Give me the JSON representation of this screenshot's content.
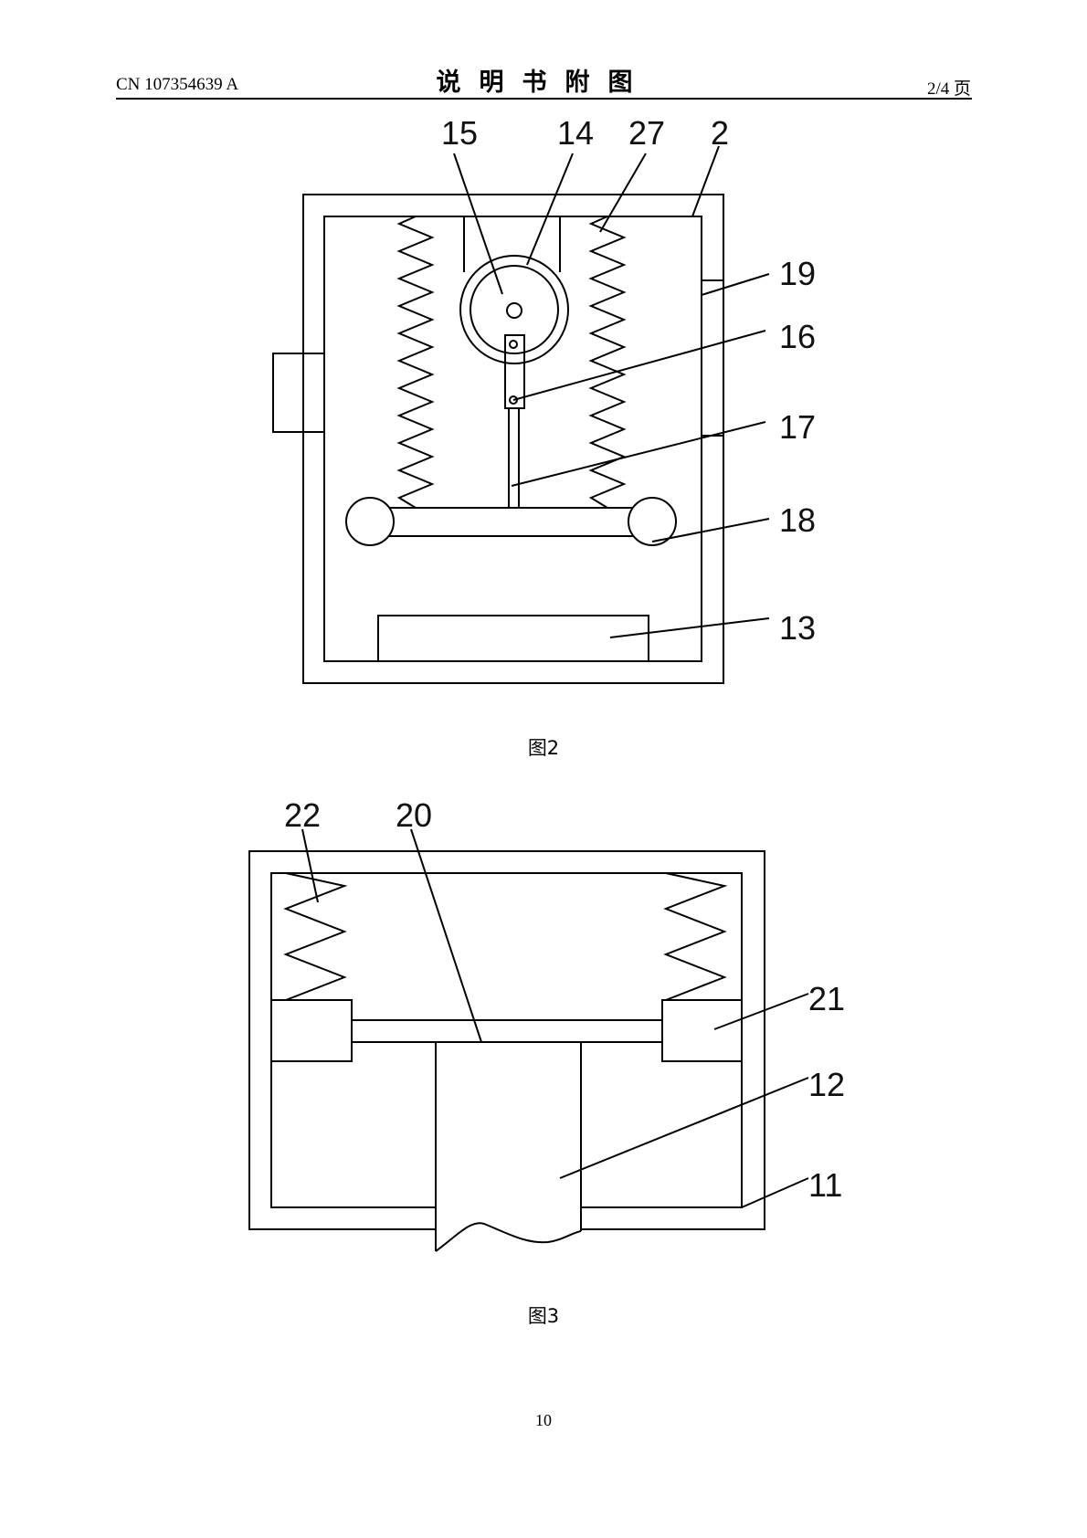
{
  "header": {
    "doc_number": "CN 107354639 A",
    "section_title": "说明书附图",
    "page_of": "2/4 页"
  },
  "figure2": {
    "caption": "图2",
    "labels": {
      "l15": "15",
      "l14": "14",
      "l27": "27",
      "l2": "2",
      "l19": "19",
      "l16": "16",
      "l17": "17",
      "l18": "18",
      "l13": "13"
    }
  },
  "figure3": {
    "caption": "图3",
    "labels": {
      "l22": "22",
      "l20": "20",
      "l21": "21",
      "l12": "12",
      "l11": "11"
    }
  },
  "footer": {
    "page_number": "10"
  }
}
